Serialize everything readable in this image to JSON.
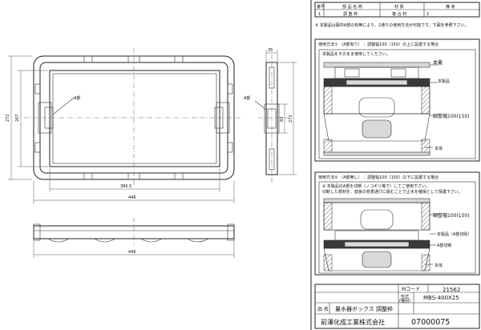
{
  "parts_table": {
    "headers": [
      "番号",
      "部 品 名 称",
      "材 質",
      "備 考"
    ],
    "row": {
      "no": "1",
      "name": "調 整 枠",
      "material": "複 合 材",
      "remark": "2"
    }
  },
  "note_main": "※ 本製品は図中A部の有無により、2通りの使用方法が可能です。下図を参照下さい。",
  "method1": {
    "title": "使用方法① （A部有り） ：調整幅100（150）の上に設置する場合",
    "inner_note": "本製品をそのまま使用してください。",
    "label_lid": "本蓋",
    "label_product": "本製品",
    "label_range": "調整幅100(150)",
    "label_body": "本体"
  },
  "method2": {
    "title": "使用方法② （A部無し） ：調整幅100（150）の下に設置する場合",
    "inner_note_1": "※ 本製品のA部を切断（ノコギリ等で）してご使用下さい。",
    "inner_note_2": "切断した部材を、底板の管貫通穴に組むことで止水を確保として保護下さい。",
    "label_range": "調整幅100(150)",
    "label_product": "本製品（A部切除）",
    "label_partA": "A部切断",
    "label_body": "本体"
  },
  "drawing": {
    "label_a_part_1": "A部",
    "label_a_part_2": "A部",
    "dim_272_left": "272",
    "dim_207": "207",
    "dim_386_5": "386.5",
    "dim_446_top": "446",
    "dim_446_bottom": "446",
    "dim_35": "35",
    "dim_83": "83",
    "dim_272_right": "272"
  },
  "title_block": {
    "m_code_label": "Mコード",
    "m_code_value": "21562",
    "model_label": "形式",
    "model_label_sub": "(種別)",
    "model_value": "MBS-400X25",
    "name_label": "品 名",
    "name_value": "量水器ボックス  調整枠",
    "drawing_no": "07000075",
    "company": "前澤化成工業株式会社"
  }
}
